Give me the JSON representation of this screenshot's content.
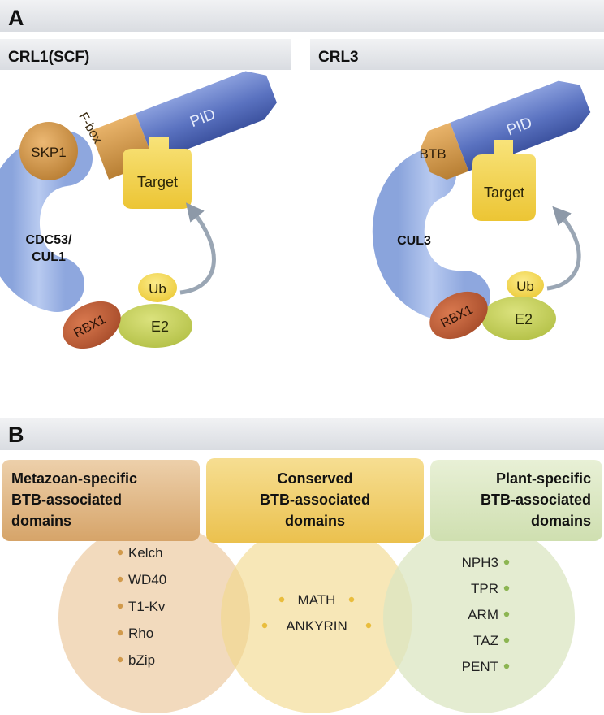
{
  "panel_a": {
    "letter": "A",
    "left_title": "CRL1(SCF)",
    "right_title": "CRL3",
    "left": {
      "pid": "PID",
      "fbox": "F-box",
      "skp1": "SKP1",
      "target": "Target",
      "cullin_line1": "CDC53/",
      "cullin_line2": "CUL1",
      "ub": "Ub",
      "rbx1": "RBX1",
      "e2": "E2"
    },
    "right": {
      "pid": "PID",
      "btb": "BTB",
      "target": "Target",
      "cullin": "CUL3",
      "ub": "Ub",
      "rbx1": "RBX1",
      "e2": "E2"
    }
  },
  "panel_b": {
    "letter": "B",
    "metazoan": {
      "title_lines": [
        "Metazoan-specific",
        "BTB-associated",
        "domains"
      ],
      "items": [
        "Kelch",
        "WD40",
        "T1-Kv",
        "Rho",
        "bZip"
      ]
    },
    "conserved": {
      "title_lines": [
        "Conserved",
        "BTB-associated",
        "domains"
      ],
      "items": [
        "MATH",
        "ANKYRIN"
      ]
    },
    "plant": {
      "title_lines": [
        "Plant-specific",
        "BTB-associated",
        "domains"
      ],
      "items": [
        "NPH3",
        "TPR",
        "ARM",
        "TAZ",
        "PENT"
      ]
    }
  },
  "colors": {
    "band": "#e4e6ea",
    "pid_blue": "#5f77c3",
    "cullin_blue": "#a9bde8",
    "adaptor_orange": "#d29a4a",
    "target_yellow": "#f3d447",
    "rbx_red": "#c4663f",
    "e2_green": "#c7d35b",
    "arrow_gray": "#9aa6b4",
    "metazoan_box": "#e2b683",
    "conserved_box": "#f1ce6a",
    "plant_box": "#d6e4bb",
    "metazoan_dot": "#d19a4c",
    "conserved_dot": "#e9bd3c",
    "plant_dot": "#8cb552"
  }
}
